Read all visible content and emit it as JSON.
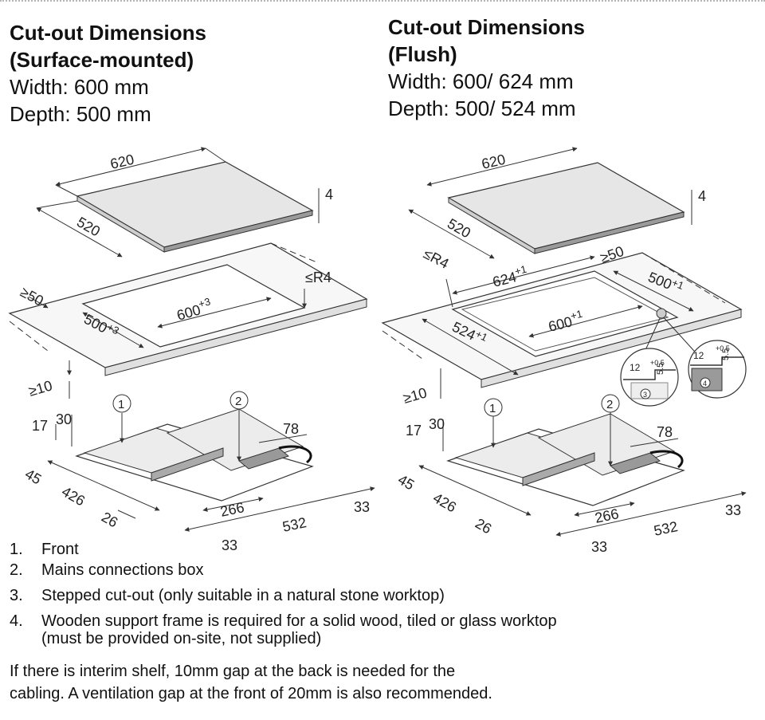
{
  "left": {
    "title_line1": "Cut-out Dimensions",
    "title_line2": "(Surface-mounted)",
    "width": "Width:  600 mm",
    "depth": "Depth:  500 mm",
    "dims": {
      "hob_width": "620",
      "hob_depth": "520",
      "hob_height": "4",
      "min_edge": "≥50",
      "radius": "≤R4",
      "cut_width": "600",
      "cut_width_tol": "+3",
      "cut_depth": "500",
      "cut_depth_tol": "+3",
      "gap_bottom": "≥10",
      "d17": "17",
      "d30": "30",
      "d78": "78",
      "d45": "45",
      "d426": "426",
      "d26": "26",
      "d266": "266",
      "d532": "532",
      "d33a": "33",
      "d33b": "33",
      "callout1": "1",
      "callout2": "2"
    }
  },
  "right": {
    "title_line1": "Cut-out Dimensions",
    "title_line2": "(Flush)",
    "width": "Width: 600/ 624 mm",
    "depth": "Depth: 500/ 524 mm",
    "dims": {
      "hob_width": "620",
      "hob_depth": "520",
      "hob_height": "4",
      "radius": "≤R4",
      "outer_width": "624",
      "outer_width_tol": "+1",
      "min_edge": "≥50",
      "cut_depth2": "500",
      "cut_depth2_tol": "+1",
      "outer_depth": "524",
      "outer_depth_tol": "+1",
      "cut_width": "600",
      "cut_width_tol": "+1",
      "step12a": "12",
      "step_tol_a": "+0.5",
      "step55a": "5.5",
      "detail3": "3",
      "step12b": "12",
      "step_tol_b": "+0.5",
      "step55b": "5.5",
      "detail4": "4",
      "gap_bottom": "≥10",
      "d17": "17",
      "d30": "30",
      "d78": "78",
      "d45": "45",
      "d426": "426",
      "d26": "26",
      "d266": "266",
      "d532": "532",
      "d33a": "33",
      "d33b": "33",
      "callout1": "1",
      "callout2": "2"
    }
  },
  "notes": [
    {
      "num": "1.",
      "text": "Front"
    },
    {
      "num": "2.",
      "text": "Mains connections box"
    },
    {
      "num": "3.",
      "text": "Stepped cut-out (only suitable in a natural stone worktop)"
    },
    {
      "num": "4.",
      "text": "Wooden support frame is required for a solid wood, tiled or glass worktop"
    }
  ],
  "note4_continued": "(must be provided on-site, not supplied)",
  "paragraph_line1": "If there is interim shelf, 10mm gap at the back is needed for the",
  "paragraph_line2": "cabling. A ventilation gap at the front of 20mm is also recommended.",
  "colors": {
    "hob_top": "#e6e6e6",
    "hob_detail": "#808080",
    "line": "#333333"
  }
}
